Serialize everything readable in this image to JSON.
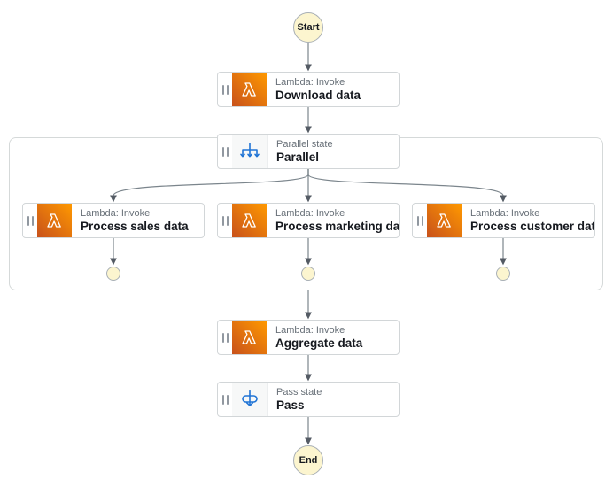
{
  "colors": {
    "lambda-grad-dark": "#C8511B",
    "lambda-grad-light": "#FF9900",
    "flow-blue": "#2074D5",
    "node-border": "#D2D6D8",
    "container-border": "#D5D9D9",
    "edge-gray": "#7B858C",
    "arrowhead": "#545B64",
    "terminal-fill": "#FCF5CF",
    "terminal-border": "#A8AFB5",
    "grip-gray": "#9198A0",
    "label-gray": "#687078",
    "text-dark": "#16191F",
    "icon-box-bg": "#F7F8F8",
    "icon-box-border": "#ECEEEF"
  },
  "workflow": {
    "start": {
      "label": "Start"
    },
    "end": {
      "label": "End"
    },
    "nodes": {
      "download": {
        "type_label": "Lambda: Invoke",
        "name": "Download data",
        "icon": "lambda-icon"
      },
      "parallel": {
        "type_label": "Parallel state",
        "name": "Parallel",
        "icon": "parallel-icon"
      },
      "process_sales": {
        "type_label": "Lambda: Invoke",
        "name": "Process sales data",
        "icon": "lambda-icon"
      },
      "process_marketing": {
        "type_label": "Lambda: Invoke",
        "name": "Process marketing data",
        "icon": "lambda-icon"
      },
      "process_customer": {
        "type_label": "Lambda: Invoke",
        "name": "Process customer data",
        "icon": "lambda-icon"
      },
      "aggregate": {
        "type_label": "Lambda: Invoke",
        "name": "Aggregate data",
        "icon": "lambda-icon"
      },
      "pass": {
        "type_label": "Pass state",
        "name": "Pass",
        "icon": "pass-icon"
      }
    }
  }
}
